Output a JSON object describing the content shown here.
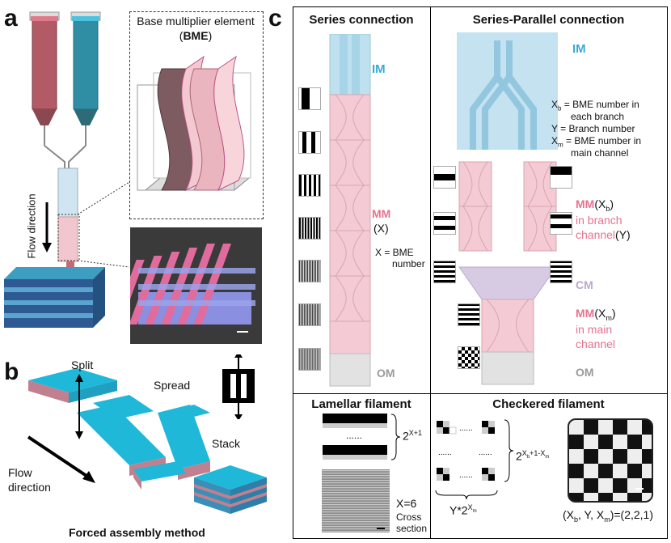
{
  "panels": {
    "a": {
      "label": "a",
      "bme_title": "Base multiplier element",
      "bme_abbr": "(BME)",
      "flow_label": "Flow direction"
    },
    "b": {
      "label": "b",
      "split": "Split",
      "spread": "Spread",
      "stack": "Stack",
      "flow_label_1": "Flow",
      "flow_label_2": "direction",
      "method": "Forced assembly method"
    },
    "c": {
      "label": "c",
      "series_title": "Series connection",
      "sp_title": "Series-Parallel connection",
      "im": "IM",
      "mm": "MM",
      "mm_x": "(X)",
      "x_def_1": "X = BME",
      "x_def_2": "number",
      "om": "OM",
      "defs": [
        "X = BME number in",
        "each branch",
        "Y = Branch number",
        "X = BME number in",
        "main channel"
      ],
      "mm_xb": "(X",
      "mm_xb_sub": "b",
      "branch_1": "in branch",
      "branch_2": "channel",
      "branch_y": "(Y)",
      "cm": "CM",
      "mm_xm": "(X",
      "mm_xm_sub": "m",
      "main_1": "in main",
      "main_2": "channel",
      "lamellar_title": "Lamellar filament",
      "dots": "......",
      "lam_exp": "2",
      "lam_exp_sup": "X+1",
      "x6": "X=6",
      "cross_1": "Cross",
      "cross_2": "section",
      "checkered_title": "Checkered filament",
      "chk_exp": "2",
      "y2x": "Y*2",
      "tuple": "(X , Y, X )=(2,2,1)"
    }
  },
  "colors": {
    "blue": "#3aa9d6",
    "pink": "#e5738f",
    "gray": "#9a9a9a"
  }
}
